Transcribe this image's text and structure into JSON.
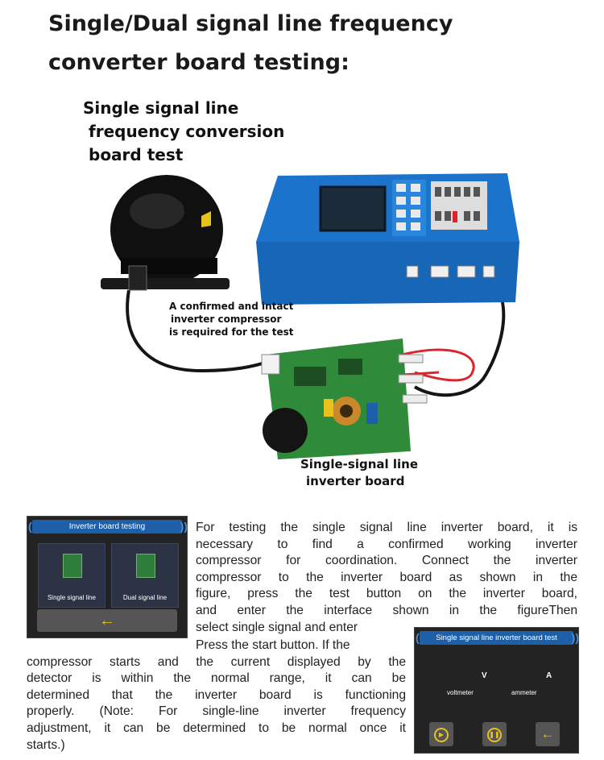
{
  "heading": {
    "line1": "Single/Dual signal line frequency",
    "line2": "converter board testing:"
  },
  "subheading": {
    "line1": "Single signal line",
    "line2": "frequency conversion",
    "line3": "board test"
  },
  "compressor_note": {
    "line1": "A confirmed and intact",
    "line2": "inverter compressor",
    "line3": "is required for the test"
  },
  "board_caption": {
    "line1": "Single-signal line",
    "line2": "inverter board"
  },
  "screen1": {
    "title": "Inverter board testing",
    "tile_single": "Single signal line",
    "tile_dual": "Dual signal line",
    "back_icon": "arrow-left-icon"
  },
  "screen2": {
    "title": "Single signal line inverter board test",
    "volt_unit": "V",
    "amp_unit": "A",
    "voltmeter": "voltmeter",
    "ammeter": "ammeter",
    "icons": [
      "play-icon",
      "pause-icon",
      "arrow-left-icon"
    ]
  },
  "body_text": {
    "lines_top": [
      "For testing the single signal line inverter board, it is",
      "necessary to find a confirmed working inverter",
      "compressor for coordination. Connect the inverter",
      "compressor to the inverter board as shown in the",
      "figure, press the test button on the inverter board,",
      "and enter the interface shown in the figureThen",
      "select single signal and enter"
    ],
    "lines_bottom": [
      "Press the start button. If the",
      "compressor starts and the current displayed by the",
      "detector is within the normal range, it can be",
      "determined that the inverter board is functioning",
      "properly. (Note: For single-line inverter frequency",
      "adjustment, it can be determined to be normal once it",
      "starts.)"
    ]
  },
  "colors": {
    "device_blue": "#1e6fc4",
    "screen_bg": "#232323",
    "header_blue": "#1d5fa8",
    "icon_yellow": "#e8c11d"
  }
}
